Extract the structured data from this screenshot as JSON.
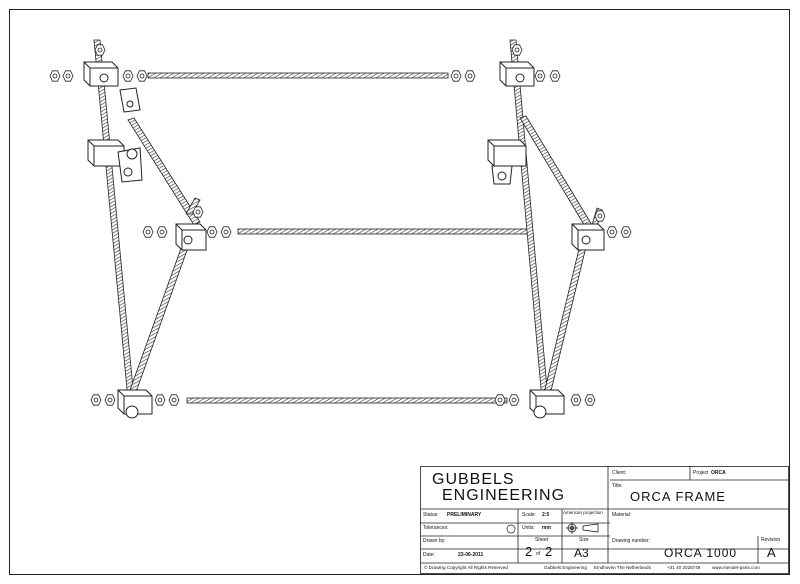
{
  "company": {
    "line1": "GUBBELS",
    "line2": "ENGINEERING"
  },
  "client": {
    "label": "Client:",
    "value": ""
  },
  "project": {
    "label": "Project",
    "value": "ORCA"
  },
  "title": {
    "label": "Title:",
    "value": "ORCA  FRAME"
  },
  "status": {
    "label": "Status:",
    "value": "PRELIMINARY"
  },
  "scale": {
    "label": "Scale:",
    "value": "2:5"
  },
  "projection": {
    "label": "American projection"
  },
  "material": {
    "label": "Material:"
  },
  "tolerances": {
    "label": "Tolerances:"
  },
  "units": {
    "label": "Units:",
    "value": "mm"
  },
  "drawn_by": {
    "label": "Drawn by:"
  },
  "date": {
    "label": "Date:",
    "value": "23-06-2011"
  },
  "sheet": {
    "label": "Sheet",
    "current": "2",
    "of": "of",
    "total": "2"
  },
  "size": {
    "label": "Size",
    "value": "A3"
  },
  "drawing_number": {
    "label": "Drawing number:",
    "value": "ORCA  1000"
  },
  "revision": {
    "label": "Revision",
    "value": "A"
  },
  "footer": {
    "copyright": "© Drawing Copyright   All Rights Reserved",
    "company": "Gubbels Engineering",
    "location": "Eindhoven  The Netherlands",
    "phone": "+31 40 2026749",
    "web": "www.mendel-parts.com"
  },
  "colors": {
    "line": "#222222",
    "fill": "#ffffff",
    "rod": "#555555"
  }
}
